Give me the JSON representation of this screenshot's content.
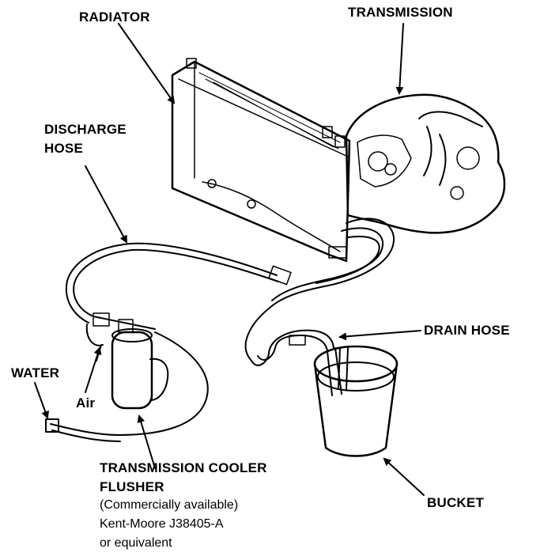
{
  "labels": {
    "radiator": "RADIATOR",
    "transmission": "TRANSMISSION",
    "discharge_hose_line1": "DISCHARGE",
    "discharge_hose_line2": "HOSE",
    "drain_hose": "DRAIN HOSE",
    "water": "WATER",
    "air": "Air",
    "flusher_line1": "TRANSMISSION COOLER",
    "flusher_line2": "FLUSHER",
    "flusher_note1": "(Commercially available)",
    "flusher_note2": "Kent-Moore J38405-A",
    "flusher_note3": "or equivalent",
    "bucket": "BUCKET"
  },
  "colors": {
    "ink": "#000000",
    "paper": "#ffffff"
  }
}
